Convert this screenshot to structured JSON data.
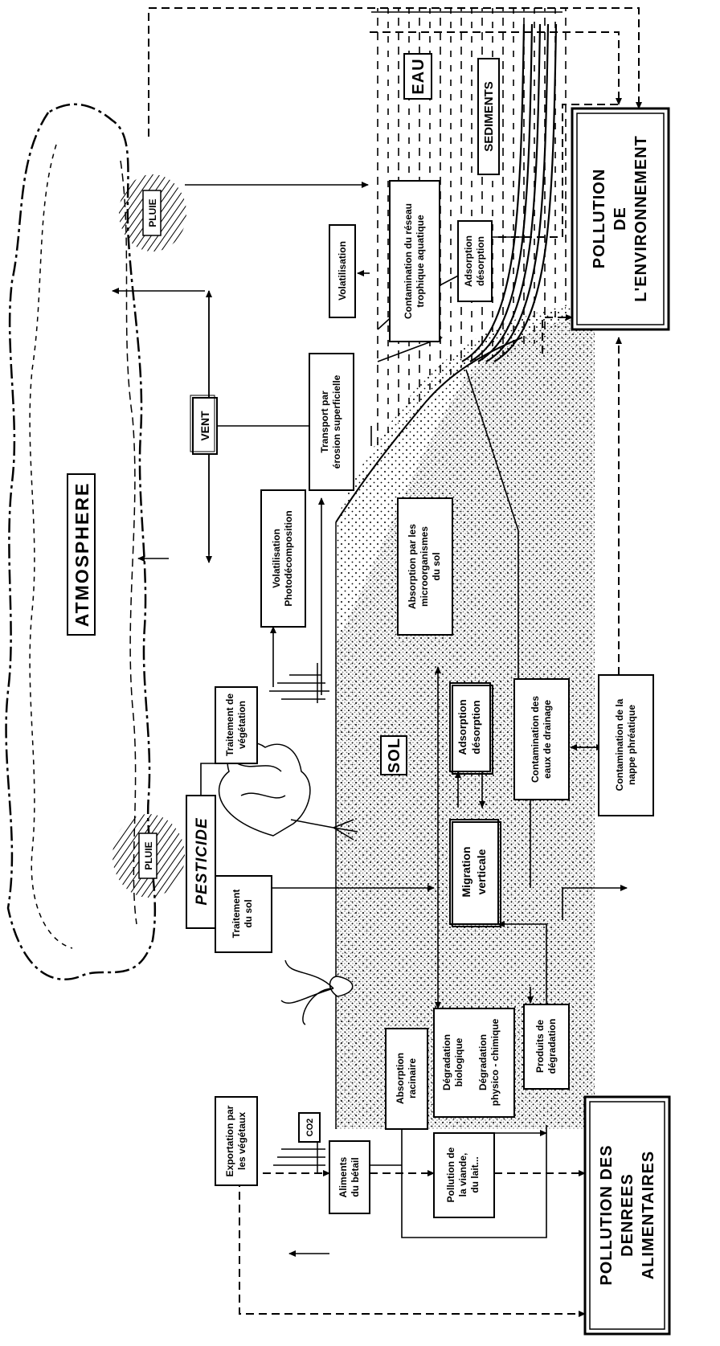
{
  "atmosphere": {
    "label": "ATMOSPHERE",
    "rain_left": "PLUIE",
    "rain_right": "PLUIE"
  },
  "source": {
    "label": "PESTICIDE"
  },
  "boxes": {
    "traitement_sol": [
      "Traitement",
      "du sol"
    ],
    "traitement_vegetation": [
      "Traitement de",
      "végétation"
    ],
    "exportation": [
      "Exportation par",
      "les végétaux"
    ],
    "co2": "CO2",
    "absorption_racinaire": [
      "Absorption",
      "racinaire"
    ],
    "degradation": [
      "Dégradation",
      "biologique",
      "Dégradation",
      "physico - chimique"
    ],
    "produits": [
      "Produits de",
      "dégradation"
    ],
    "migration": [
      "Migration",
      "verticale"
    ],
    "adsorption_sol": [
      "Adsorption",
      "désorption"
    ],
    "eaux_drainage": [
      "Contamination des",
      "eaux de drainage"
    ],
    "nappe": [
      "Contamination de la",
      "nappe phréatique"
    ],
    "microorganismes": [
      "Absorption par les",
      "microorganismes",
      "du sol"
    ],
    "volatilisation_photo": [
      "Volatilisation",
      "Photodécomposition"
    ],
    "vent": "VENT",
    "transport": [
      "Transport par",
      "érosion superficielle"
    ],
    "volatilisation": "Volatilisation",
    "reseau_trophique": [
      "Contamination du réseau",
      "trophique aquatique"
    ],
    "adsorption_sed": [
      "Adsorption",
      "désorption"
    ],
    "aliments": [
      "Aliments",
      "du bétail"
    ],
    "viande": [
      "Pollution de",
      "la viande,",
      "du lait..."
    ]
  },
  "zones": {
    "sol": "SOL",
    "eau": "EAU",
    "sediments": "SEDIMENTS"
  },
  "outcomes": {
    "environnement": [
      "POLLUTION",
      "DE",
      "L'ENVIRONNEMENT"
    ],
    "denrees": [
      "POLLUTION DES",
      "DENREES",
      "ALIMENTAIRES"
    ]
  }
}
